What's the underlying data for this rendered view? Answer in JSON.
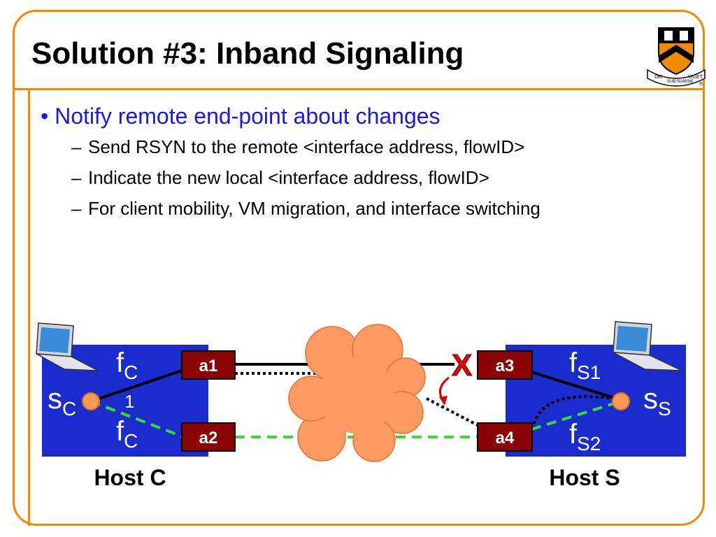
{
  "title": "Solution #3: Inband Signaling",
  "bullets": {
    "main": "Notify remote end-point about changes",
    "subs": [
      "Send RSYN to the remote <interface address, flowID>",
      "Indicate the new local <interface address, flowID>",
      "For client mobility, VM migration, and interface switching"
    ]
  },
  "logo": {
    "banner_left": "DEI",
    "banner_mid": "SUB NUMINE",
    "banner_right": "VIGET",
    "mark": "®"
  },
  "diagram": {
    "host_c": {
      "label": "Host C",
      "socket": "s",
      "socket_sub": "C",
      "flow1": "f",
      "flow1_sub": "C",
      "flow1_extra": "1",
      "flow2": "f",
      "flow2_sub": "C"
    },
    "host_s": {
      "label": "Host S",
      "socket": "s",
      "socket_sub": "S",
      "flow1": "f",
      "flow1_sub": "S1",
      "flow2": "f",
      "flow2_sub": "S2"
    },
    "interfaces": [
      "a1",
      "a2",
      "a3",
      "a4"
    ],
    "failure_mark": "X",
    "colors": {
      "host_box": "#1b2ccf",
      "cloud": "#ff9a62",
      "interface_box": "#8b0000",
      "green_path": "#33dd33",
      "failure": "#e00000",
      "accent": "#f08a00",
      "bullet_blue": "#1919e0"
    }
  }
}
